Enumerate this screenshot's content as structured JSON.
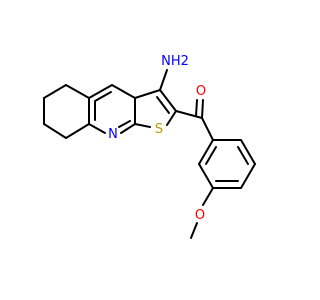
{
  "molecule": {
    "atom_labels": {
      "amine": "NH2",
      "pyridine_n": "N",
      "sulfur": "S",
      "carbonyl_o": "O",
      "ether_o": "O"
    },
    "colors": {
      "bond": "#000000",
      "nitrogen": "#0000ff",
      "sulfur": "#b2a100",
      "oxygen": "#ff0000"
    }
  }
}
